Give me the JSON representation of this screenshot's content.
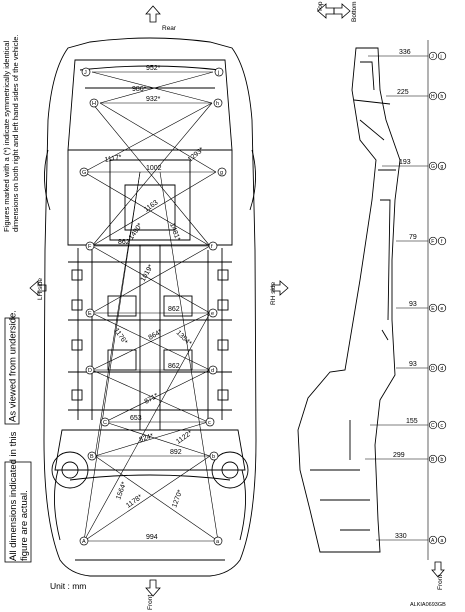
{
  "notes": {
    "symmetric_line1": "Figures marked with a (*) indicate symmetrically identical",
    "symmetric_line2": "dimensions on both right and left hand sides of the vehicle.",
    "actual_line1": "All dimensions indicated in this",
    "actual_line2": "figure are actual.",
    "viewed_from": "As viewed from underside.",
    "unit": "Unit : mm",
    "ref_code": "ALKIA0693GB"
  },
  "arrows": {
    "rear": "Rear",
    "front_bottom_view": "Front",
    "lh_side": "LH side",
    "rh_side": "RH side",
    "top": "Top",
    "bottom": "Bottom",
    "front_side_view": "Front"
  },
  "underbody": {
    "dimensions": {
      "j_i": "952*",
      "j_h": "986*",
      "h_h": "932*",
      "g_h": "1117*",
      "i_g": "1293*",
      "g_g": "1002",
      "g_f": "1163",
      "gf_diag": "1490*",
      "fg_diag2": "1481*",
      "f_f": "862",
      "f_e": "1019*",
      "e_e": "862",
      "e_d": "1176*",
      "ed_diag": "864*",
      "e_d2": "1354*",
      "d_d": "862",
      "d_c": "871*",
      "c_c": "653",
      "c_b": "824*",
      "b_c": "1122*",
      "b_b": "892",
      "b_a": "1564*",
      "a_b": "1178*",
      "a_b2": "1270*",
      "a_a": "994"
    }
  },
  "side_view": {
    "heights": [
      {
        "value": "336",
        "point": "J",
        "point2": "j"
      },
      {
        "value": "225",
        "point": "H",
        "point2": "h"
      },
      {
        "value": "193",
        "point": "G",
        "point2": "g"
      },
      {
        "value": "79",
        "point": "F",
        "point2": "f"
      },
      {
        "value": "93",
        "point": "E",
        "point2": "e"
      },
      {
        "value": "93",
        "point": "D",
        "point2": "d"
      },
      {
        "value": "155",
        "point": "C",
        "point2": "c"
      },
      {
        "value": "299",
        "point": "B",
        "point2": "b"
      },
      {
        "value": "330",
        "point": "A",
        "point2": "a"
      }
    ]
  },
  "points": {
    "A": "A",
    "a": "a",
    "B": "B",
    "b": "b",
    "C": "C",
    "c": "c",
    "D": "D",
    "d": "d",
    "E": "E",
    "e": "e",
    "F": "F",
    "f": "f",
    "G": "G",
    "g": "g",
    "H": "H",
    "h": "h",
    "J": "J",
    "j": "j"
  }
}
